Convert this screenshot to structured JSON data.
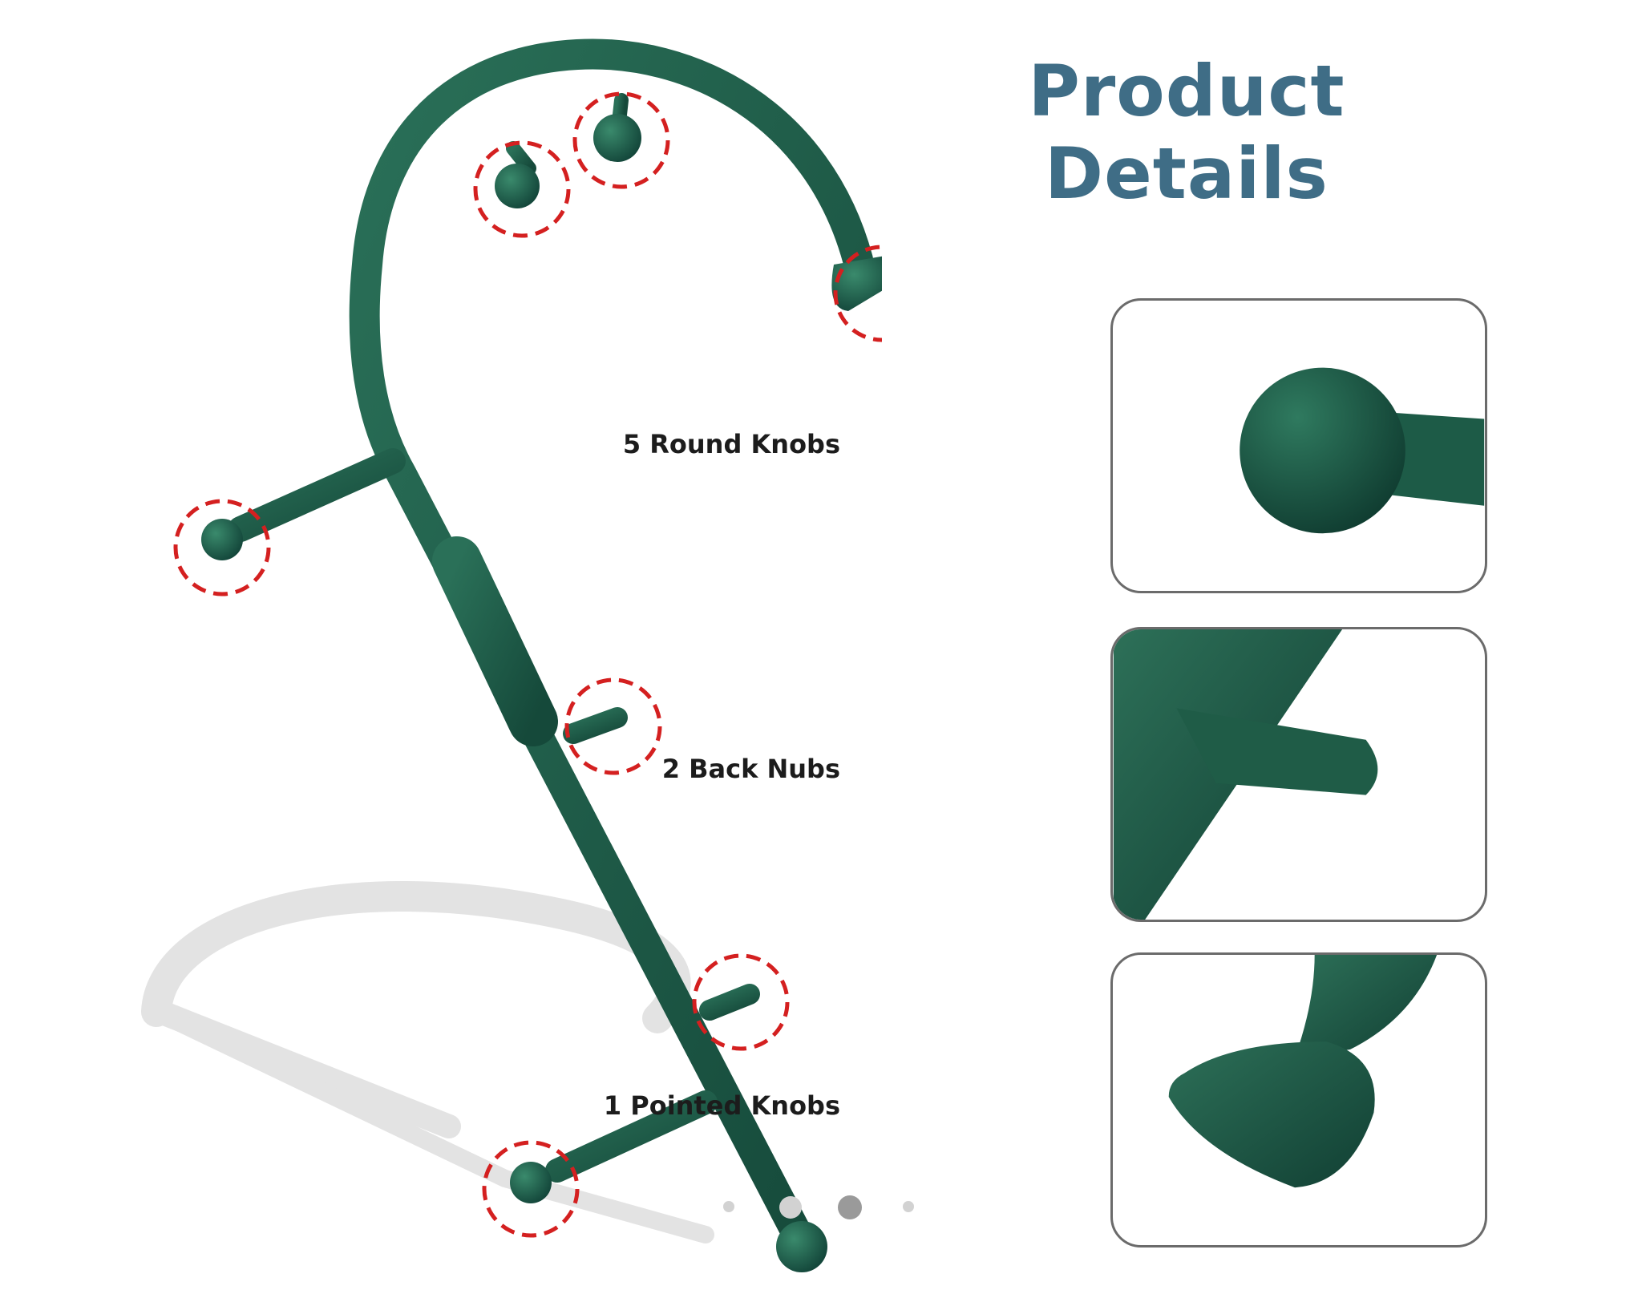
{
  "title": "Product Details",
  "features": [
    {
      "label": "5 Round Knobs",
      "icon": "round-knob-closeup"
    },
    {
      "label": "2 Back Nubs",
      "icon": "back-nub-closeup"
    },
    {
      "label": "1 Pointed Knobs",
      "icon": "pointed-knob-closeup"
    }
  ],
  "carousel": {
    "total": 4,
    "active_index": 2
  },
  "colors": {
    "product": "#1f5c47",
    "title": "#3f6d86",
    "highlight": "#d42020"
  }
}
